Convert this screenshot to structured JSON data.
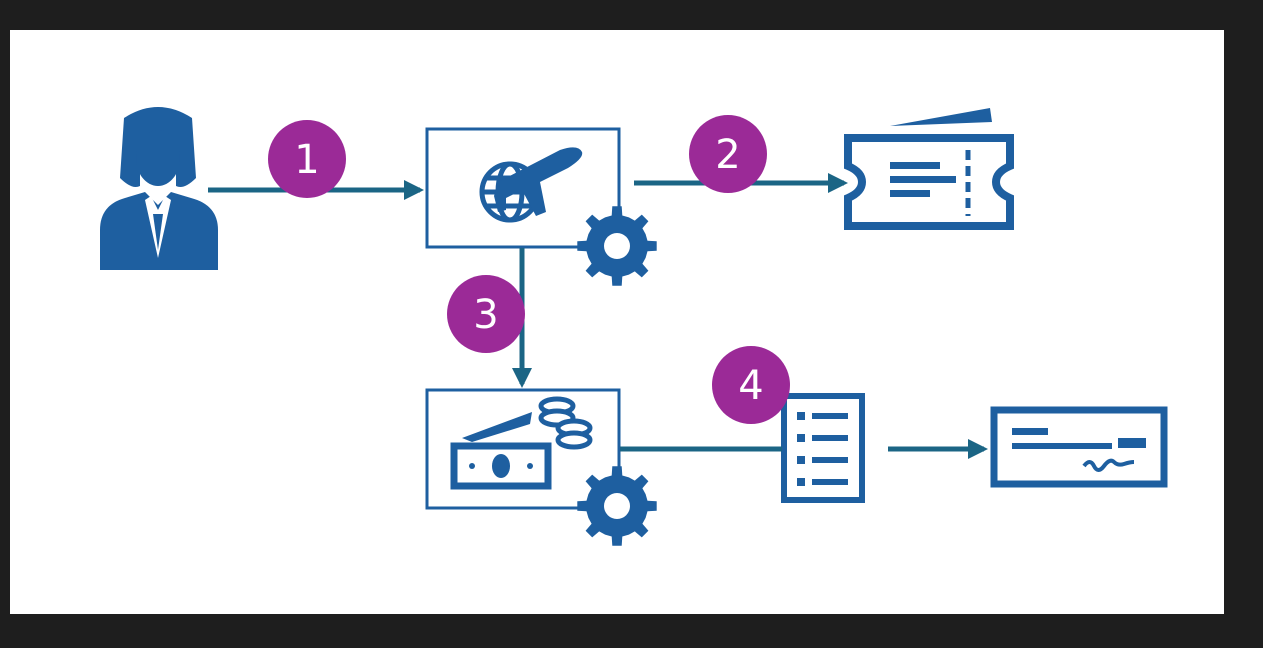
{
  "colors": {
    "background": "#1e1e1e",
    "canvas": "#ffffff",
    "icon_blue": "#1e5fa0",
    "arrow_teal": "#1b6585",
    "badge_magenta": "#9b2a97",
    "badge_text": "#ffffff"
  },
  "steps": [
    {
      "label": "1"
    },
    {
      "label": "2"
    },
    {
      "label": "3"
    },
    {
      "label": "4"
    }
  ],
  "icons": {
    "user": "person-icon",
    "booking_app": "travel-globe-icon",
    "ticket": "ticket-icon",
    "payment_app": "payment-money-icon",
    "gear": "gear-icon",
    "list": "list-document-icon",
    "check": "check-icon"
  }
}
